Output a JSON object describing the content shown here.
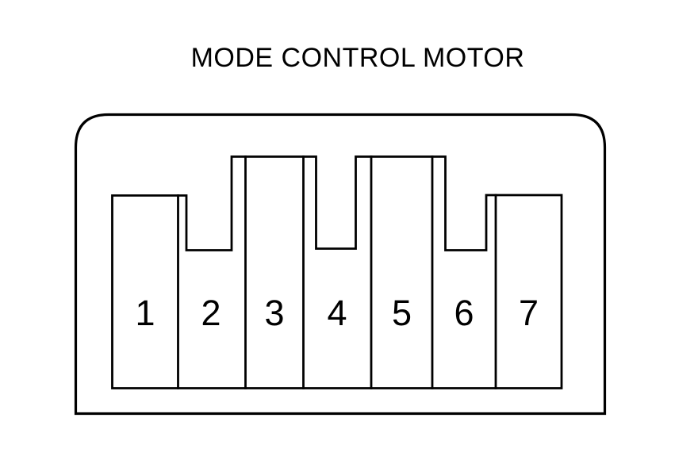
{
  "title": "MODE CONTROL MOTOR",
  "pins": [
    "1",
    "2",
    "3",
    "4",
    "5",
    "6",
    "7"
  ],
  "colors": {
    "line": "#000000",
    "background": "#ffffff"
  }
}
